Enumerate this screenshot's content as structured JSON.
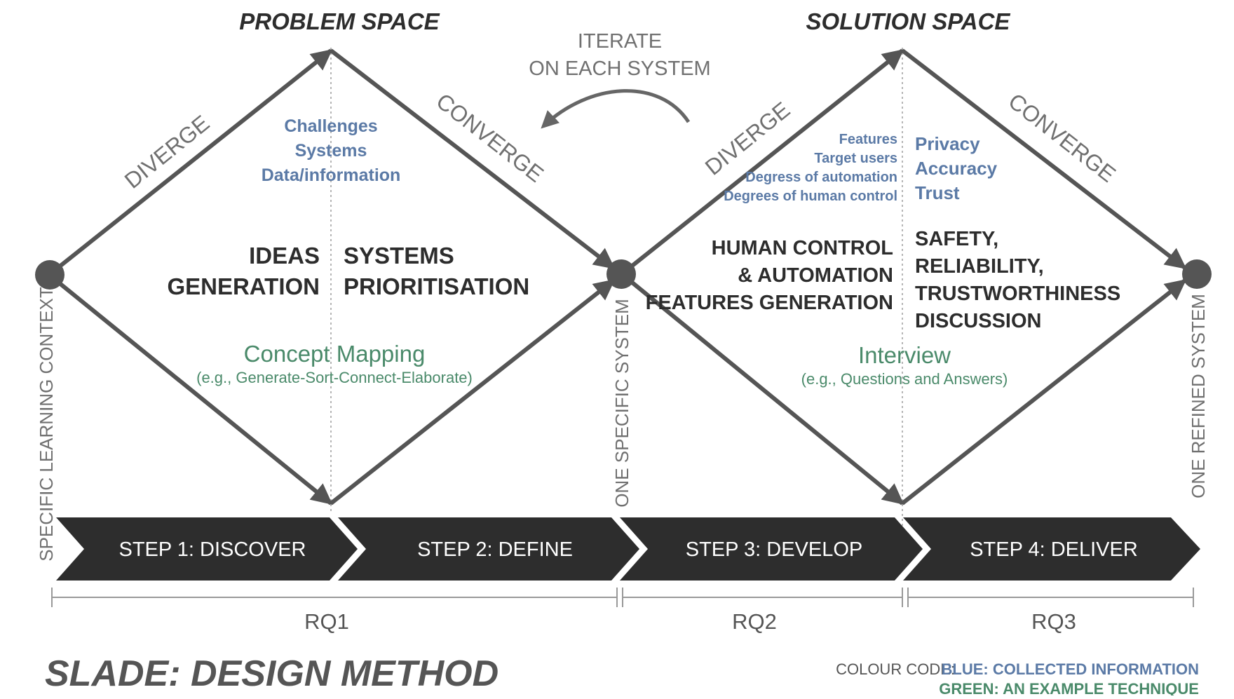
{
  "diagram": {
    "problem_space_label": "PROBLEM SPACE",
    "solution_space_label": "SOLUTION SPACE",
    "iterate_line1": "ITERATE",
    "iterate_line2": "ON EACH SYSTEM",
    "diverge_1": "DIVERGE",
    "converge_1": "CONVERGE",
    "diverge_2": "DIVERGE",
    "converge_2": "CONVERGE",
    "side_start": "SPECIFIC LEARNING CONTEXT",
    "side_middle": "ONE SPECIFIC SYSTEM",
    "side_end": "ONE REFINED SYSTEM",
    "problem_blue": [
      "Challenges",
      "Systems",
      "Data/information"
    ],
    "ideas_lines": [
      "IDEAS",
      "GENERATION"
    ],
    "systems_lines": [
      "SYSTEMS",
      "PRIORITISATION"
    ],
    "technique_1": "Concept Mapping",
    "technique_1_example": "(e.g., Generate-Sort-Connect-Elaborate)",
    "solution_blue_left": [
      "Features",
      "Target users",
      "Degress of automation",
      "Degrees of human control"
    ],
    "solution_blue_right": [
      "Privacy",
      "Accuracy",
      "Trust"
    ],
    "human_lines": [
      "HUMAN CONTROL",
      "& AUTOMATION",
      "FEATURES GENERATION"
    ],
    "safety_lines": [
      "SAFETY,",
      "RELIABILITY,",
      "TRUSTWORTHINESS",
      "DISCUSSION"
    ],
    "technique_2": "Interview",
    "technique_2_example": "(e.g., Questions and Answers)"
  },
  "steps": [
    "STEP 1: DISCOVER",
    "STEP 2: DEFINE",
    "STEP 3: DEVELOP",
    "STEP 4: DELIVER"
  ],
  "research_questions": [
    "RQ1",
    "RQ2",
    "RQ3"
  ],
  "footer": {
    "title": "SLADE: DESIGN METHOD",
    "colour_code_label": "COLOUR CODE:",
    "blue_legend": "BLUE: COLLECTED INFORMATION",
    "green_legend": "GREEN: AN EXAMPLE TECHNIQUE"
  },
  "colors": {
    "dark": "#2d2d2d",
    "arrow_gray": "#555555",
    "label_gray": "#707070",
    "blue": "#5b7aa6",
    "green": "#4a8a6a",
    "dotted": "#b5b5b5"
  }
}
